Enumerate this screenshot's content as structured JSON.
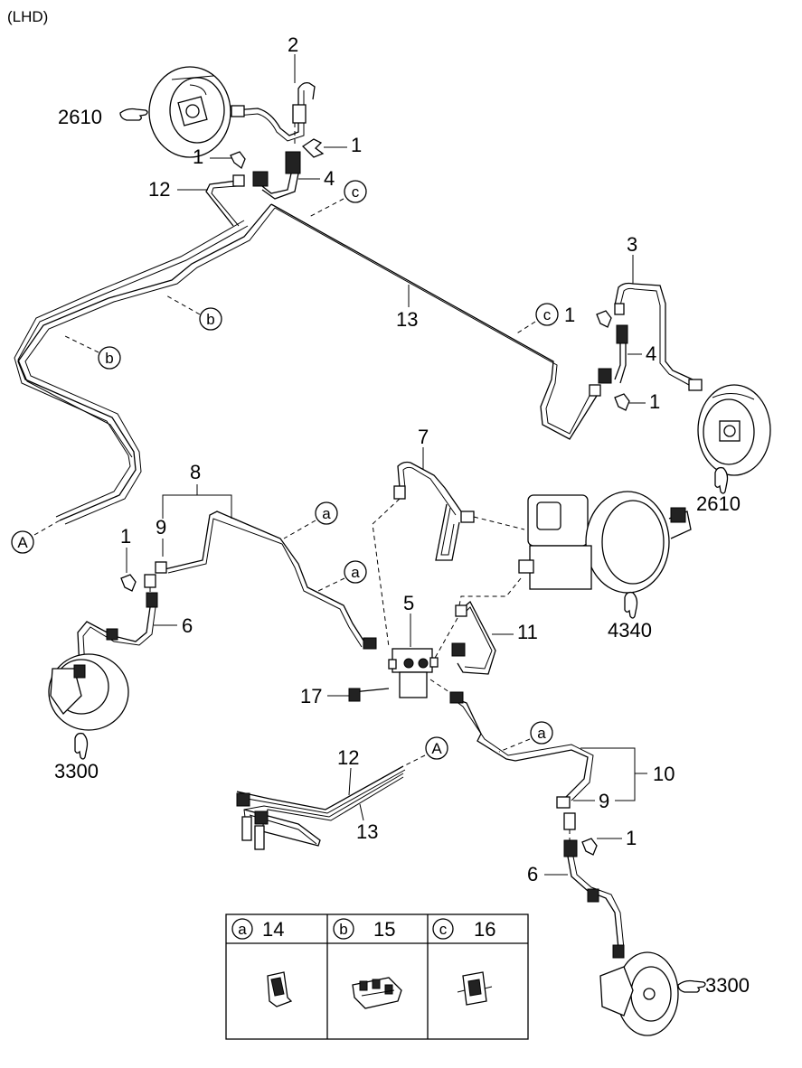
{
  "header": {
    "variant": "(LHD)"
  },
  "callouts": [
    {
      "id": "c-2",
      "text": "2"
    },
    {
      "id": "c-2610-top",
      "text": "2610"
    },
    {
      "id": "c-1-a",
      "text": "1"
    },
    {
      "id": "c-1-b",
      "text": "1"
    },
    {
      "id": "c-4-top",
      "text": "4"
    },
    {
      "id": "c-12-top",
      "text": "12"
    },
    {
      "id": "c-13-top",
      "text": "13"
    },
    {
      "id": "c-3",
      "text": "3"
    },
    {
      "id": "c-1-c",
      "text": "1"
    },
    {
      "id": "c-4-right",
      "text": "4"
    },
    {
      "id": "c-1-d",
      "text": "1"
    },
    {
      "id": "c-2610-right",
      "text": "2610"
    },
    {
      "id": "c-7",
      "text": "7"
    },
    {
      "id": "c-8",
      "text": "8"
    },
    {
      "id": "c-9-left",
      "text": "9"
    },
    {
      "id": "c-1-e",
      "text": "1"
    },
    {
      "id": "c-6-left",
      "text": "6"
    },
    {
      "id": "c-3300-left",
      "text": "3300"
    },
    {
      "id": "c-5",
      "text": "5"
    },
    {
      "id": "c-11",
      "text": "11"
    },
    {
      "id": "c-4340",
      "text": "4340"
    },
    {
      "id": "c-17",
      "text": "17"
    },
    {
      "id": "c-12-bottom",
      "text": "12"
    },
    {
      "id": "c-13-bottom",
      "text": "13"
    },
    {
      "id": "c-10",
      "text": "10"
    },
    {
      "id": "c-9-right",
      "text": "9"
    },
    {
      "id": "c-1-f",
      "text": "1"
    },
    {
      "id": "c-6-right",
      "text": "6"
    },
    {
      "id": "c-3300-right",
      "text": "3300"
    }
  ],
  "circle_labels": {
    "a": "a",
    "b": "b",
    "c": "c",
    "A": "A"
  },
  "legend": {
    "cells": [
      {
        "letter": "a",
        "number": "14"
      },
      {
        "letter": "b",
        "number": "15"
      },
      {
        "letter": "c",
        "number": "16"
      }
    ]
  }
}
